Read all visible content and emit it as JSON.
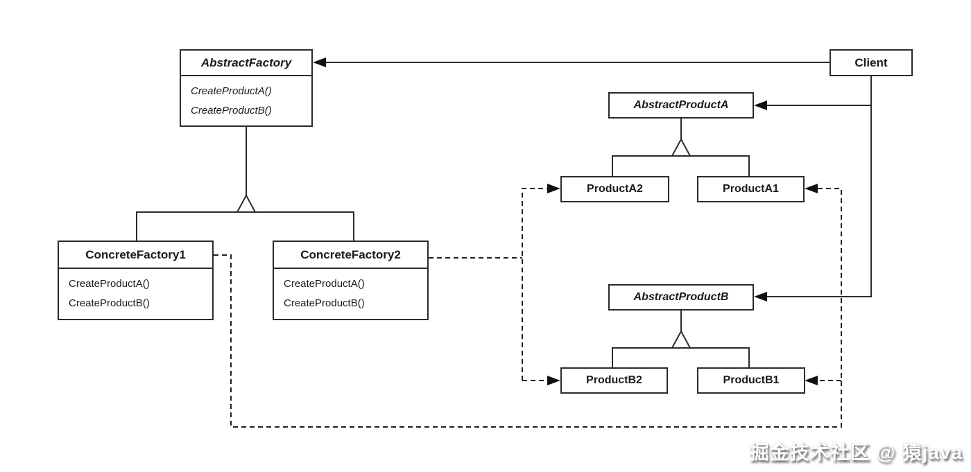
{
  "diagram": {
    "title_hint": "Abstract Factory UML class diagram",
    "classes": {
      "abstract_factory": {
        "name": "AbstractFactory",
        "methods": [
          "CreateProductA()",
          "CreateProductB()"
        ]
      },
      "client": {
        "name": "Client"
      },
      "abstract_product_a": {
        "name": "AbstractProductA"
      },
      "product_a2": {
        "name": "ProductA2"
      },
      "product_a1": {
        "name": "ProductA1"
      },
      "concrete_factory1": {
        "name": "ConcreteFactory1",
        "methods": [
          "CreateProductA()",
          "CreateProductB()"
        ]
      },
      "concrete_factory2": {
        "name": "ConcreteFactory2",
        "methods": [
          "CreateProductA()",
          "CreateProductB()"
        ]
      },
      "abstract_product_b": {
        "name": "AbstractProductB"
      },
      "product_b2": {
        "name": "ProductB2"
      },
      "product_b1": {
        "name": "ProductB1"
      }
    },
    "watermark": "掘金技术社区 @ 猿java",
    "colors": {
      "background": "#ffffff",
      "line": "#2b2b2b",
      "text": "#1a1a1a"
    }
  }
}
